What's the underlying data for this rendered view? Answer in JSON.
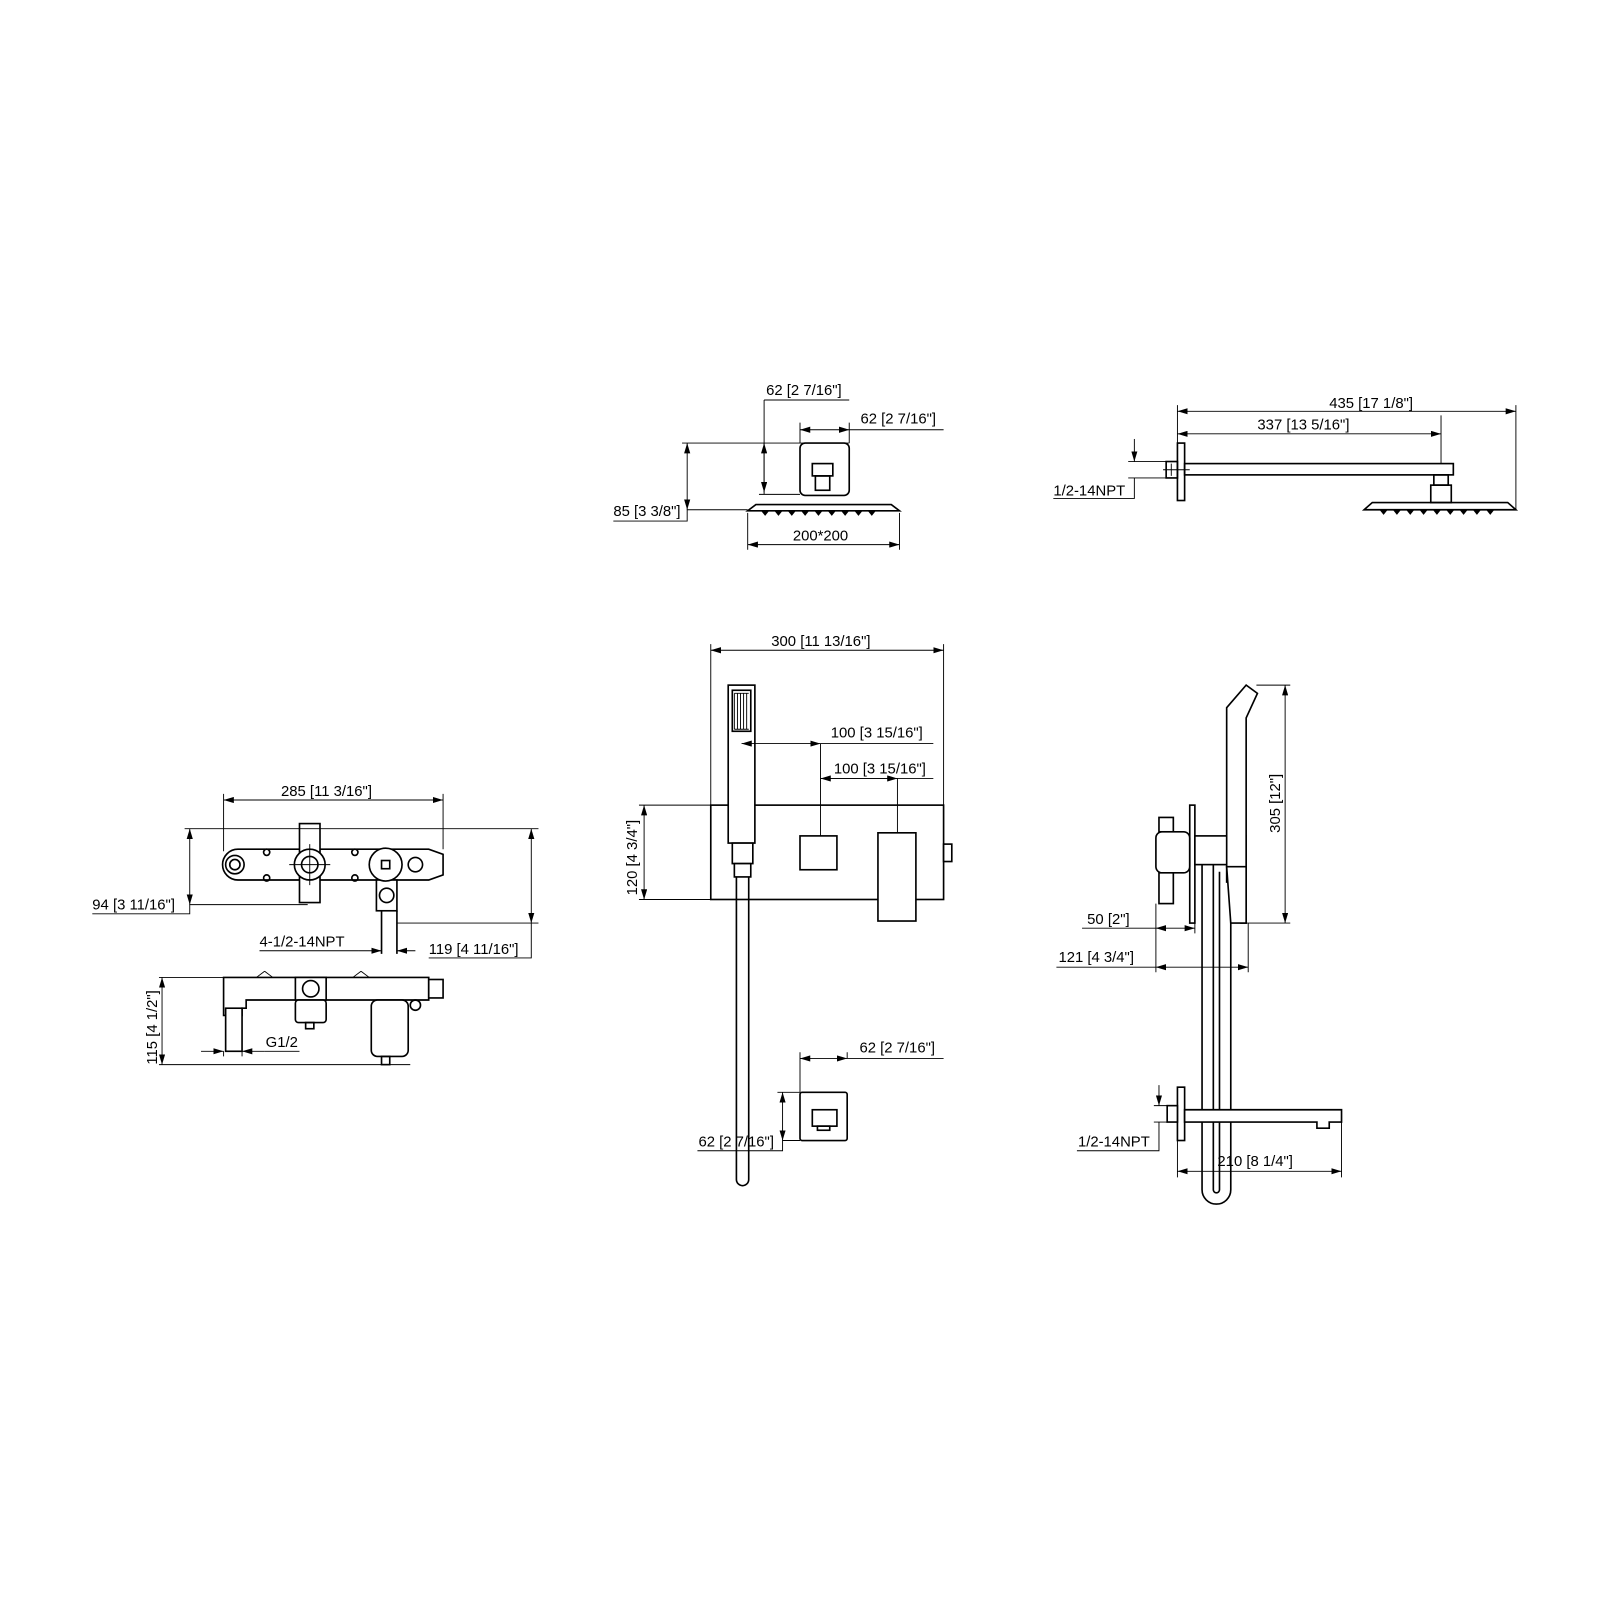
{
  "drawing": {
    "shower_head_front": {
      "dim_depth": "62 [2 7/16\"]",
      "dim_width": "62 [2 7/16\"]",
      "dim_height": "85 [3 3/8\"]",
      "dim_plate": "200*200"
    },
    "shower_arm_side": {
      "dim_overall": "435 [17 1/8\"]",
      "dim_arm": "337 [13 5/16\"]",
      "thread": "1/2-14NPT"
    },
    "rough_in_valve": {
      "dim_length": "285 [11 3/16\"]",
      "dim_94": "94 [3 11/16\"]",
      "dim_119": "119 [4 11/16\"]",
      "thread": "4-1/2-14NPT",
      "dim_115": "115 [4 1/2\"]",
      "inlet": "G1/2"
    },
    "trim_front": {
      "dim_width": "300 [11 13/16\"]",
      "dim_100_a": "100 [3 15/16\"]",
      "dim_100_b": "100 [3 15/16\"]",
      "dim_height": "120 [4 3/4\"]",
      "spout_dim_width": "62 [2 7/16\"]",
      "spout_dim_height": "62 [2 7/16\"]"
    },
    "trim_side": {
      "dim_305": "305 [12\"]",
      "dim_50": "50 [2\"]",
      "dim_121": "121 [4 3/4\"]",
      "thread": "1/2-14NPT",
      "dim_210": "210 [8 1/4\"]"
    }
  }
}
